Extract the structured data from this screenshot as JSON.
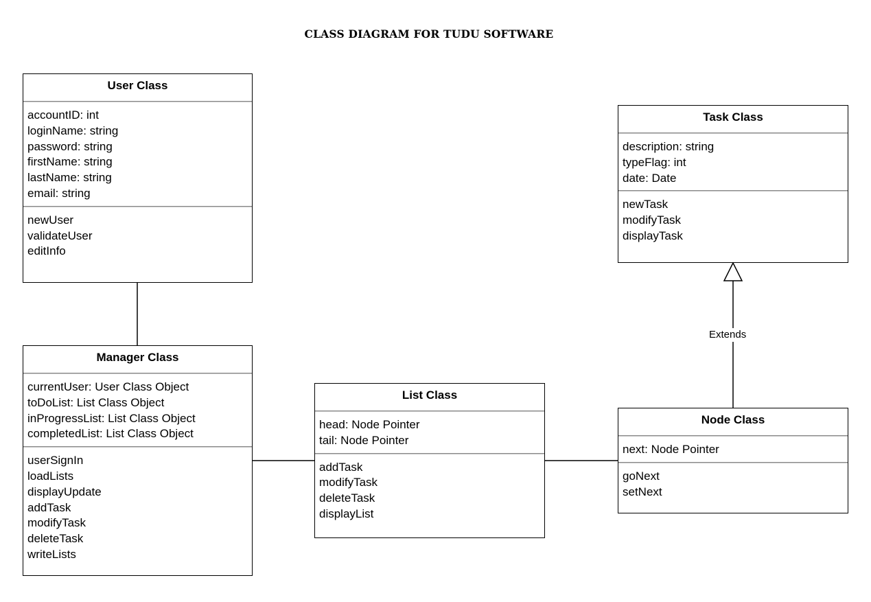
{
  "title": "CLASS DIAGRAM FOR TUDU SOFTWARE",
  "classes": {
    "user": {
      "name": "User Class",
      "attributes": [
        "accountID: int",
        "loginName: string",
        "password: string",
        "firstName: string",
        "lastName: string",
        "email: string"
      ],
      "methods": [
        "newUser",
        "validateUser",
        "editInfo"
      ]
    },
    "manager": {
      "name": "Manager Class",
      "attributes": [
        "currentUser: User Class Object",
        "toDoList: List Class Object",
        "inProgressList: List Class Object",
        "completedList: List Class Object"
      ],
      "methods": [
        "userSignIn",
        "loadLists",
        "displayUpdate",
        "addTask",
        "modifyTask",
        "deleteTask",
        "writeLists"
      ]
    },
    "list": {
      "name": "List Class",
      "attributes": [
        "head: Node Pointer",
        "tail: Node Pointer"
      ],
      "methods": [
        "addTask",
        "modifyTask",
        "deleteTask",
        "displayList"
      ]
    },
    "task": {
      "name": "Task Class",
      "attributes": [
        "description: string",
        "typeFlag: int",
        "date: Date"
      ],
      "methods": [
        "newTask",
        "modifyTask",
        "displayTask"
      ]
    },
    "node": {
      "name": "Node Class",
      "attributes": [
        "next: Node Pointer"
      ],
      "methods": [
        "goNext",
        "setNext"
      ]
    }
  },
  "relations": {
    "extends_label": "Extends"
  }
}
